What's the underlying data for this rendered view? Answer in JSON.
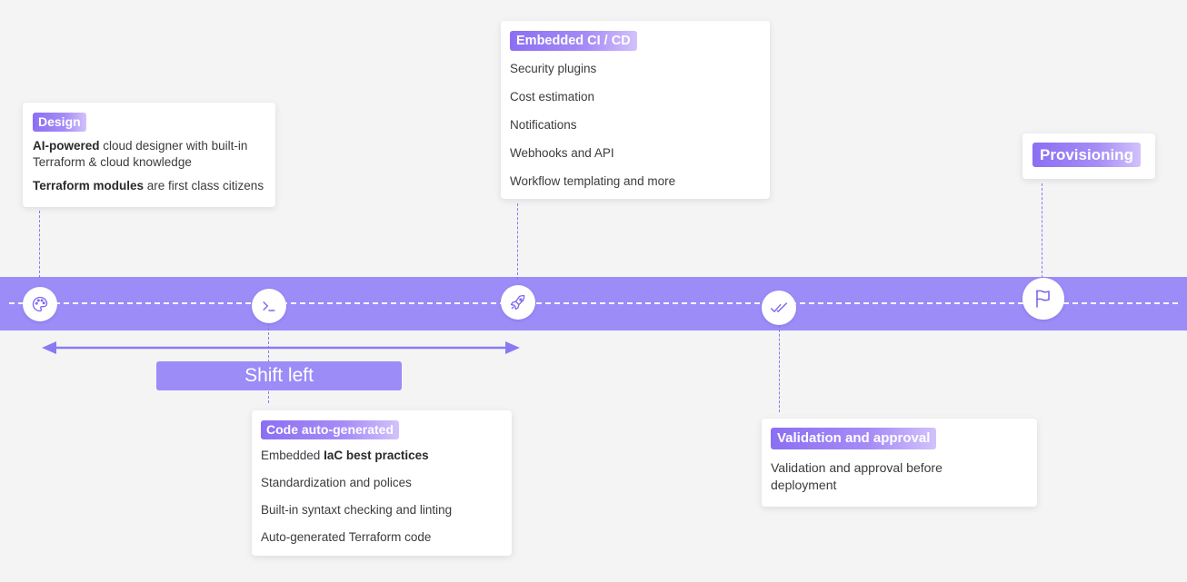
{
  "colors": {
    "band": "#9b8cf7",
    "accent": "#8a7af2",
    "icon": "#7b68ee",
    "card": "#ffffff",
    "background": "#f4f4f5"
  },
  "stages": [
    {
      "tag": "Design",
      "icon": "palette-icon",
      "lines": [
        {
          "strong": "AI-powered",
          "rest": " cloud designer with built-in"
        },
        {
          "strong": "",
          "rest": "Terraform & cloud knowledge"
        },
        {
          "strong": "Terraform modules",
          "rest": " are first class citizens"
        }
      ]
    },
    {
      "tag": "Code auto-generated",
      "icon": "terminal-icon",
      "lines": [
        {
          "prefix": "Embedded ",
          "strong": "IaC best practices"
        },
        {
          "text": "Standardization and polices"
        },
        {
          "text": "Built-in syntaxt checking and linting"
        },
        {
          "text": "Auto-generated Terraform code"
        }
      ]
    },
    {
      "tag": "Embedded CI / CD",
      "icon": "rocket-icon",
      "lines": [
        {
          "text": "Security plugins"
        },
        {
          "text": "Cost estimation"
        },
        {
          "text": "Notifications"
        },
        {
          "text": "Webhooks and API"
        },
        {
          "text": "Workflow templating and more"
        }
      ]
    },
    {
      "tag": "Validation and approval",
      "icon": "double-check-icon",
      "lines": [
        {
          "text": "Validation and approval before"
        },
        {
          "text": "deployment"
        }
      ]
    },
    {
      "tag": "Provisioning",
      "icon": "flag-icon",
      "lines": []
    }
  ],
  "shift_left": {
    "label": "Shift left"
  }
}
